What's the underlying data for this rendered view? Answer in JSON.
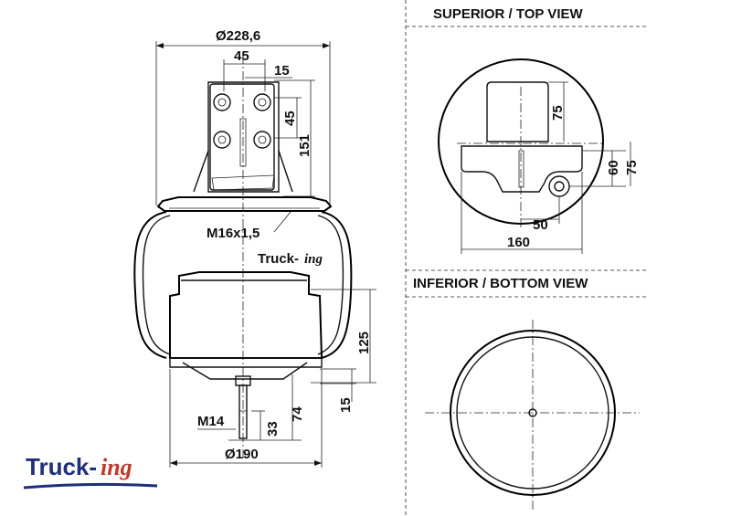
{
  "colors": {
    "line": "#111111",
    "brand_dark": "#1f2f7a",
    "brand_accent": "#c0392b",
    "background": "#ffffff"
  },
  "views": {
    "top_title": "SUPERIOR / TOP VIEW",
    "bottom_title": "INFERIOR / BOTTOM VIEW"
  },
  "dimensions": {
    "top_diameter": "Ø228,6",
    "bracket_spacing": "45",
    "bracket_offset": "15",
    "bracket_vertical": "45",
    "bracket_height": "151",
    "thread_top": "M16x1,5",
    "piston_height": "125",
    "stud_length": "15",
    "stud_total": "74",
    "stud_thread": "33",
    "thread_bottom": "M14",
    "bottom_diameter": "Ø190",
    "top_view_height": "75",
    "top_view_hole_60": "60",
    "top_view_hole_75": "75",
    "top_view_hole_50": "50",
    "top_view_width": "160"
  },
  "brand": {
    "name_main": "Truck-",
    "name_ing": "ing"
  }
}
